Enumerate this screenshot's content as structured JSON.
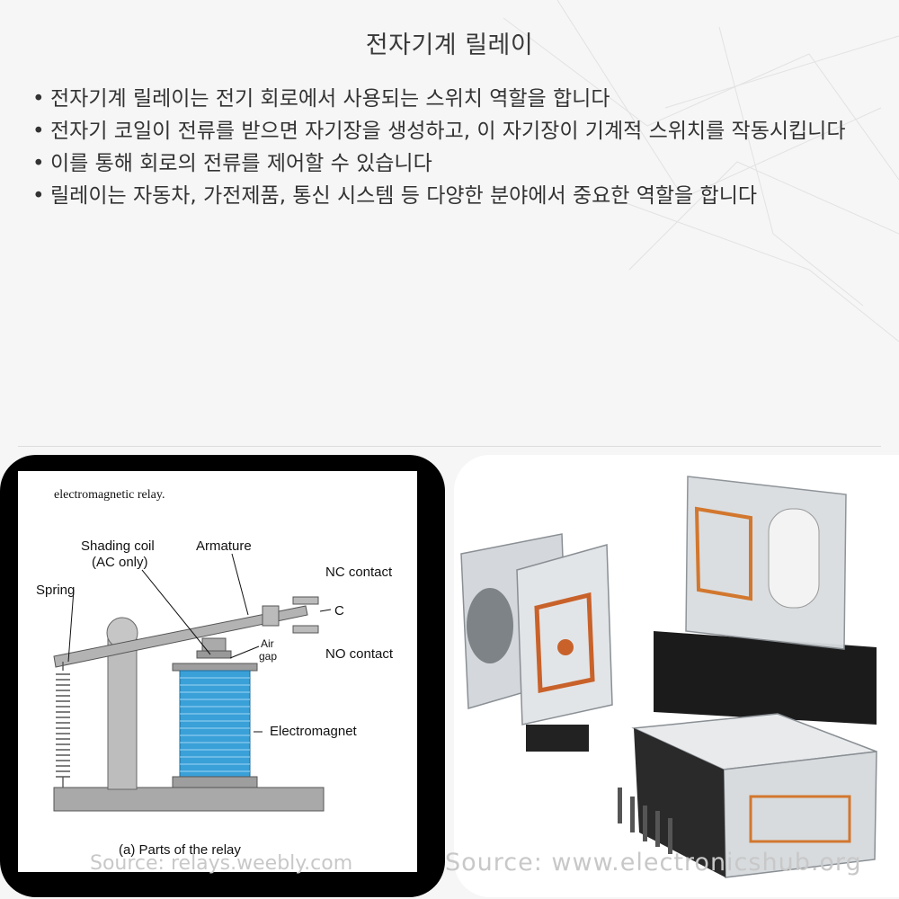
{
  "title": "전자기계 릴레이",
  "bullets": [
    "전자기계 릴레이는 전기 회로에서 사용되는 스위치 역할을 합니다",
    "전자기 코일이 전류를 받으면 자기장을 생성하고, 이 자기장이 기계적 스위치를 작동시킵니다",
    "이를 통해 회로의 전류를 제어할 수 있습니다",
    "릴레이는 자동차, 가전제품, 통신 시스템 등 다양한 분야에서 중요한 역할을 합니다"
  ],
  "diagram": {
    "header": "electromagnetic relay.",
    "shading_coil": "Shading coil",
    "ac_only": "(AC only)",
    "armature": "Armature",
    "nc_contact": "NC contact",
    "spring": "Spring",
    "c": "C",
    "air": "Air",
    "gap": "gap",
    "no_contact": "NO contact",
    "electromagnet": "Electromagnet",
    "caption": "(a)  Parts of the relay"
  },
  "sources": {
    "left": "Source: relays.weebly.com",
    "right": "Source: www.electronicshub.org"
  }
}
